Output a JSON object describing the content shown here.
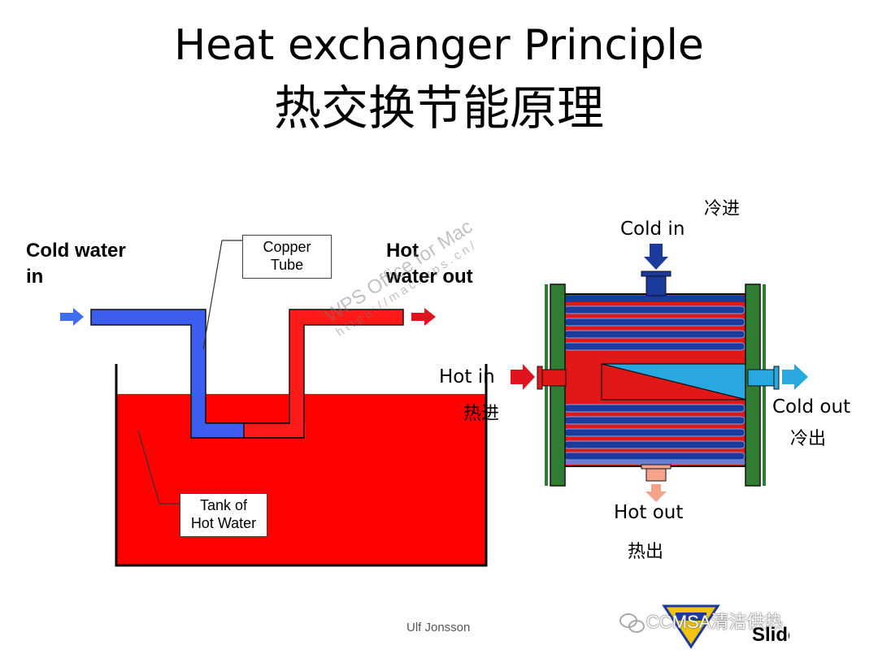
{
  "header": {
    "title": "Heat exchanger Principle",
    "subtitle": "热交换节能原理"
  },
  "left_diagram": {
    "cold_in_line1": "Cold water",
    "cold_in_line2": "in",
    "hot_out_line1": "Hot",
    "hot_out_line2": "water out",
    "copper_tube_line1": "Copper",
    "copper_tube_line2": "Tube",
    "tank_line1": "Tank of",
    "tank_line2": "Hot Water"
  },
  "right_diagram": {
    "cold_in_zh": "冷进",
    "cold_in": "Cold in",
    "hot_in": "Hot in",
    "hot_in_zh": "热进",
    "cold_out": "Cold out",
    "cold_out_zh": "冷出",
    "hot_out": "Hot out",
    "hot_out_zh": "热出"
  },
  "watermark": {
    "line1": "WPS Office for Mac",
    "line2": "https://mac.wps.cn/"
  },
  "footer": {
    "author": "Ulf Jonsson",
    "account": "CCMSA清洁供热",
    "corner_text": "Slide"
  },
  "colors": {
    "cold_blue": "#3355ee",
    "hot_red": "#ff0000",
    "tube_dark_blue": "#1a3a9c",
    "cold_outlet_cyan": "#29a8e0",
    "flange_green": "#2e7d32",
    "hot_out_salmon": "#f4a38a"
  }
}
